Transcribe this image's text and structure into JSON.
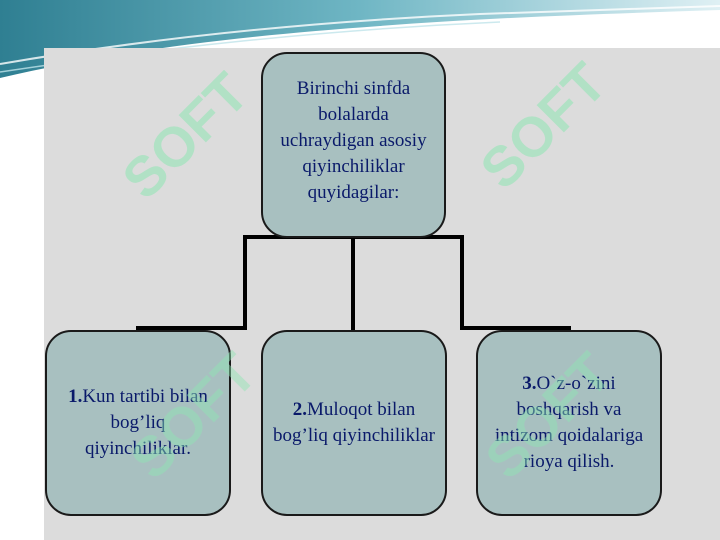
{
  "diagram": {
    "top_box": {
      "text": "Birinchi sinfda bolalarda uchraydigan asosiy qiyinchiliklar quyidagilar:"
    },
    "children": [
      {
        "number": "1.",
        "text": "Kun tartibi bilan bog’liq qiyinchiliklar."
      },
      {
        "number": "2.",
        "text": "Muloqot bilan bog’liq qiyinchiliklar"
      },
      {
        "number": "3.",
        "text": "O`z-o`zini boshqarish va intizom qoidalariga rioya qilish."
      }
    ]
  },
  "watermark": {
    "text": "SOFT"
  },
  "colors": {
    "box_fill": "#a8c0c0",
    "box_text": "#0a1a6a",
    "panel": "#dcdcdc",
    "header_teal": "#3f8fa0",
    "watermark": "#8fe6b4"
  }
}
